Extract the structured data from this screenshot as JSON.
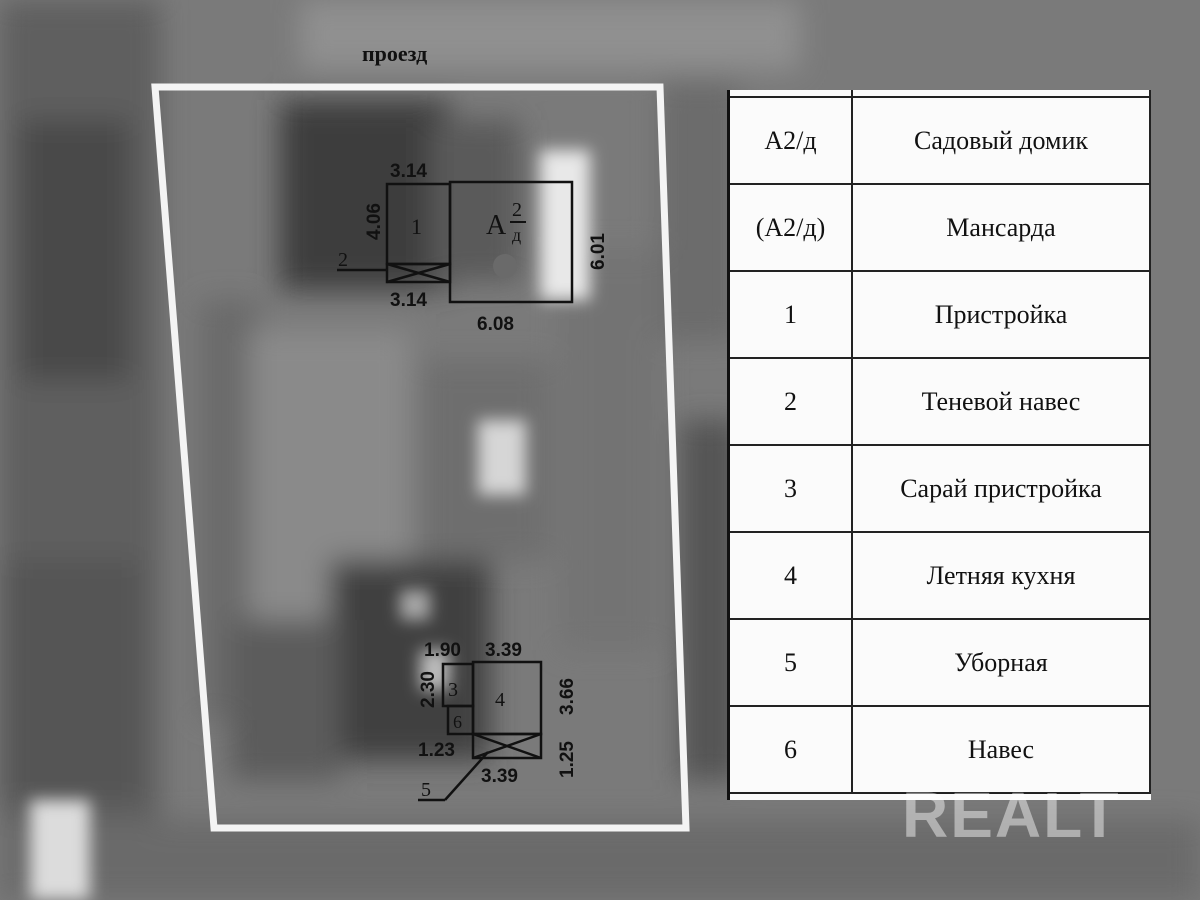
{
  "map": {
    "road_label": "проезд",
    "buildings": {
      "house": {
        "label_main": "А",
        "label_sup": "2",
        "label_sub": "д",
        "width_label": "6.08",
        "height_label": "6.01"
      },
      "annex": {
        "label": "1",
        "top_label": "3.14",
        "bottom_label": "3.14",
        "side_label": "4.06"
      },
      "shade_canopy": {
        "label": "2"
      },
      "shed": {
        "label": "3",
        "top_label": "1.90",
        "side_label": "2.30"
      },
      "summer_kitchen": {
        "label": "4",
        "top_label": "3.39",
        "side_label": "3.66"
      },
      "toilet": {
        "label": "5",
        "side_label": "1.25",
        "bottom_label": "3.39"
      },
      "canopy": {
        "label": "6",
        "side_label": "1.23"
      }
    }
  },
  "legend": {
    "rows": [
      {
        "code": "А2/д",
        "name": "Садовый домик"
      },
      {
        "code": "(А2/д)",
        "name": "Мансарда"
      },
      {
        "code": "1",
        "name": "Пристройка"
      },
      {
        "code": "2",
        "name": "Теневой навес"
      },
      {
        "code": "3",
        "name": "Сарай пристройка"
      },
      {
        "code": "4",
        "name": "Летняя кухня"
      },
      {
        "code": "5",
        "name": "Уборная"
      },
      {
        "code": "6",
        "name": "Навес"
      }
    ]
  },
  "watermark": "REALT"
}
